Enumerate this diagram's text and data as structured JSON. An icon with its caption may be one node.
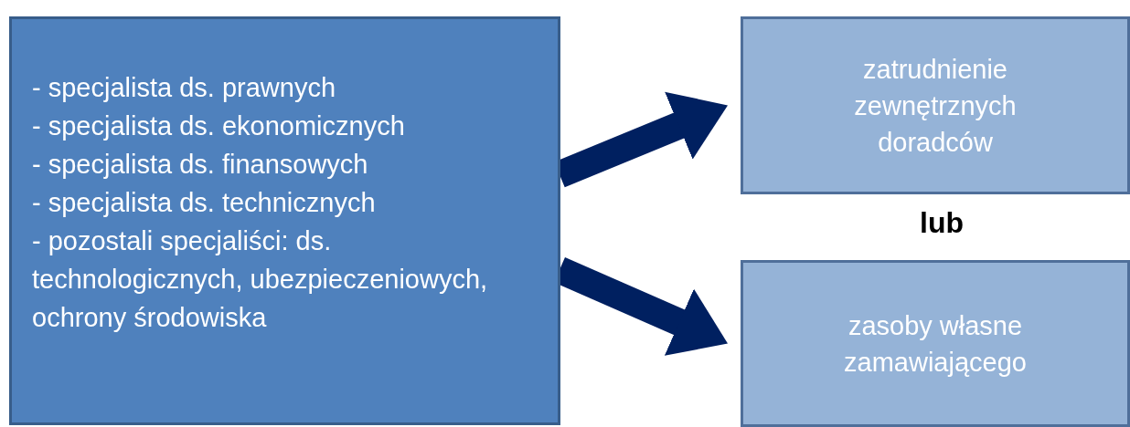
{
  "diagram": {
    "nodes": [
      {
        "text": [
          "- specjalista ds. prawnych",
          "- specjalista ds. ekonomicznych",
          "- specjalista ds. finansowych",
          "- specjalista ds. technicznych",
          "- pozostali specjaliści: ds. technologicznych, ubezpieczeniowych, ochrony środowiska"
        ]
      },
      {
        "text": [
          "zatrudnienie zewnętrznych doradców"
        ]
      },
      {
        "text": [
          "zasoby własne zamawiającego"
        ]
      }
    ],
    "edges": [
      {
        "from": 0,
        "to": 1,
        "arrow": "to"
      },
      {
        "from": 0,
        "to": 2,
        "arrow": "to"
      }
    ],
    "labels": [
      "lub"
    ]
  }
}
